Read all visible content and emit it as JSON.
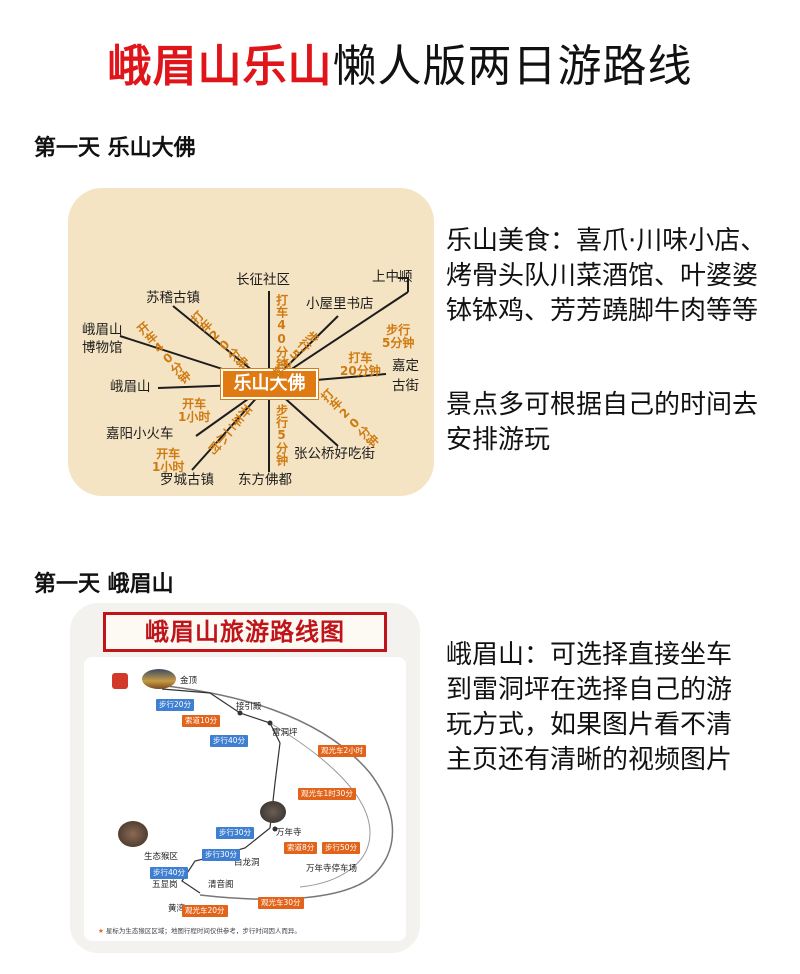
{
  "title": {
    "red": "峨眉山乐山",
    "dark": "懒人版两日游路线"
  },
  "day1": {
    "heading": "第一天  乐山大佛",
    "map": {
      "center": "乐山大佛",
      "places": {
        "changzheng": "长征社区",
        "shangzhongshun": "上中顺",
        "suji": "苏稽古镇",
        "xiaowu": "小屋里书店",
        "emeimuseum_1": "峨眉山",
        "emeimuseum_2": "博物馆",
        "emeishan": "峨眉山",
        "jiading_1": "嘉定",
        "jiading_2": "古街",
        "jiayang": "嘉阳小火车",
        "zhanggongqiao": "张公桥好吃街",
        "luocheng": "罗城古镇",
        "dongfang": "东方佛都"
      },
      "routes": {
        "museum": "开车40分钟",
        "suji": "打车20分钟",
        "changzheng": "打车40分钟",
        "xiaowu": "步行5分钟",
        "shangzhongshun_1": "步行",
        "shangzhongshun_2": "5分钟",
        "jiading_1": "打车",
        "jiading_2": "20分钟",
        "emeishan_1": "开车",
        "emeishan_2": "1小时",
        "jiayang_1": "开车",
        "jiayang_2": "1小时",
        "luocheng": "开车二小时",
        "dongfang": "步行5分钟",
        "zhanggong": "打车20分钟"
      }
    },
    "desc_food": "乐山美食：喜爪·川味小店、烤骨头队川菜酒馆、叶婆婆钵钵鸡、芳芳蹺脚牛肉等等",
    "desc_tip": "景点多可根据自己的时间去安排游玩"
  },
  "day2": {
    "heading": "第一天  峨眉山",
    "map": {
      "title": "峨眉山旅游路线图",
      "places": {
        "jinding": "金顶",
        "jieyindian": "接引殿",
        "leidongping": "雷洞坪",
        "wannian": "万年寺",
        "wannian_park": "万年寺停车场",
        "shengtai": "生态猴区",
        "bailong": "白龙洞",
        "wuxian": "五显岗",
        "qingyin": "清音阁",
        "huangwan": "黄湾"
      },
      "tags": {
        "walk20": "步行20分",
        "cable10": "索道10分",
        "walk40": "步行40分",
        "bus2h": "观光车2小时",
        "bus1h30": "观光车1时30分",
        "walk30a": "步行30分",
        "cable8": "索道8分",
        "walk50": "步行50分",
        "walk30b": "步行30分",
        "walk40b": "步行40分",
        "bus20": "观光车20分",
        "bus30": "观光车30分"
      },
      "note": "星标为生态猴区区域；地图行程时间仅供参考，步行时间因人而异。"
    },
    "desc": "峨眉山：可选择直接坐车到雷洞坪在选择自己的游玩方式，如果图片看不清主页还有清晰的视频图片"
  },
  "colors": {
    "title_red": "#e0151a",
    "route_orange": "#cf7a10",
    "map_bg": "#f5e4c4",
    "tag_blue": "#3e7fd1",
    "tag_orange": "#e2641b"
  }
}
